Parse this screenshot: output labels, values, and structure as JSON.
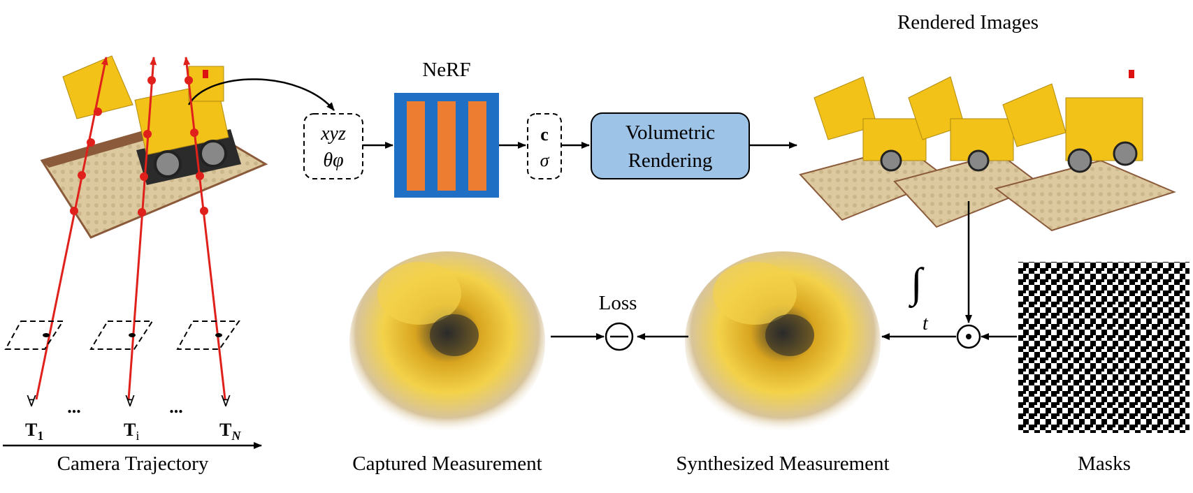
{
  "labels": {
    "rendered_images": "Rendered Images",
    "nerf": "NeRF",
    "volumetric_rendering_line1": "Volumetric",
    "volumetric_rendering_line2": "Rendering",
    "loss": "Loss",
    "camera_trajectory": "Camera Trajectory",
    "captured_measurement": "Captured Measurement",
    "synthesized_measurement": "Synthesized Measurement",
    "masks": "Masks"
  },
  "input_box": {
    "line1": "xyz",
    "line2": "θφ"
  },
  "output_box": {
    "line1": "c",
    "line2": "σ"
  },
  "trajectory": {
    "t1": "T",
    "t1_sub": "1",
    "ti": "T",
    "ti_sub": "i",
    "tn": "T",
    "tn_sub": "N",
    "ellipsis": "..."
  },
  "integral": {
    "symbol": "∫",
    "sub": "t"
  },
  "operators": {
    "hadamard": "⊙",
    "minus": "−"
  },
  "colors": {
    "nerf_blue": "#1f6fc5",
    "nerf_orange": "#ed7d31",
    "volumetric_fill": "#9dc3e6",
    "ray_red": "#e0201b",
    "lego_yellow": "#f2c218",
    "baseplate": "#dcc9a0"
  },
  "icons": [
    "lego-bulldozer-image",
    "camera-frame-icon",
    "mask-pattern-image",
    "measurement-image"
  ]
}
